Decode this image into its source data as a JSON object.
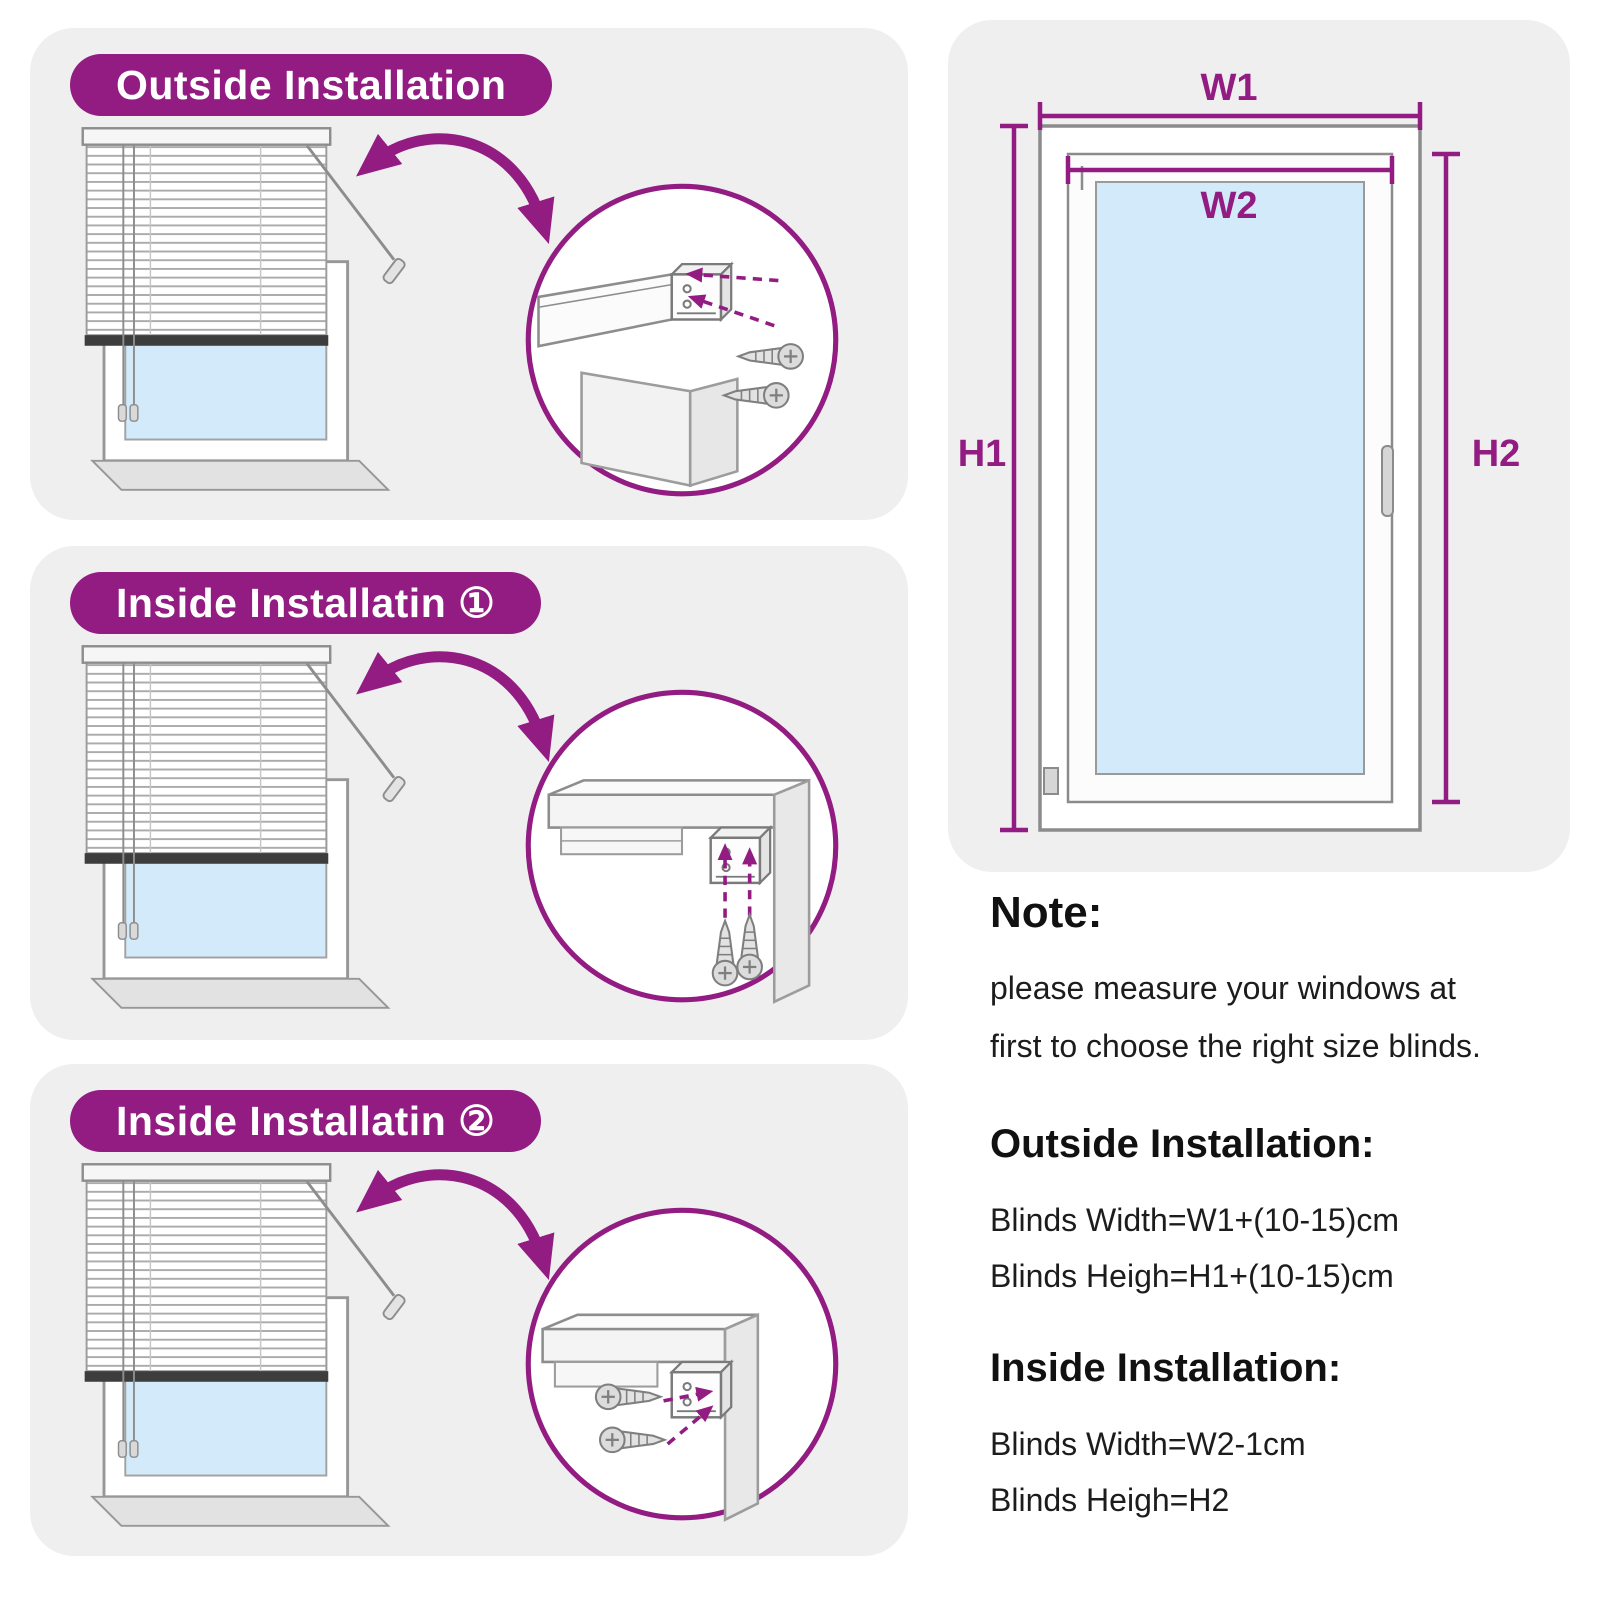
{
  "colors": {
    "accent_purple": "#921C82",
    "panel_background": "#EFEFEF",
    "glass_blue": "#D2EAF9",
    "banner_text": "#FFFFFF"
  },
  "panels": [
    {
      "title": "Outside Installation"
    },
    {
      "title": "Inside Installatin ①"
    },
    {
      "title": "Inside Installatin ②"
    }
  ],
  "window_diagram": {
    "labels": {
      "w1": "W1",
      "w2": "W2",
      "h1": "H1",
      "h2": "H2"
    }
  },
  "note": {
    "heading": "Note:",
    "line1": "please measure your windows at",
    "line2": "first to choose the right size blinds."
  },
  "outside_installation": {
    "heading": "Outside Installation:",
    "width_formula": "Blinds Width=W1+(10-15)cm",
    "height_formula": "Blinds Heigh=H1+(10-15)cm"
  },
  "inside_installation": {
    "heading": "Inside Installation:",
    "width_formula": "Blinds Width=W2-1cm",
    "height_formula": "Blinds Heigh=H2"
  }
}
